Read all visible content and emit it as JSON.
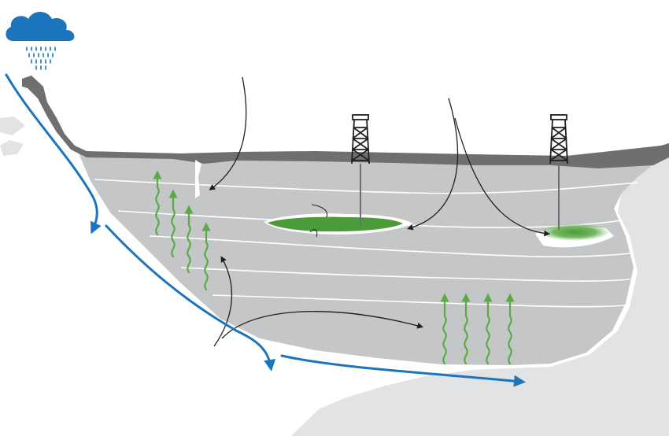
{
  "colors": {
    "background": "#ffffff",
    "bedrock": "#e2e3e5",
    "basin_fill": "#c5c6c8",
    "surface_band": "#6e6f71",
    "layer_line": "#ffffff",
    "water_flow": "#1c75bc",
    "rain_cloud": "#1c75bc",
    "oil_green": "#4c9b3a",
    "migration_green": "#5aab46",
    "derrick": "#231f20",
    "process_arrow": "#231f20"
  },
  "icons": {
    "rain_cloud": "rain-cloud-icon",
    "derrick": "oil-derrick-icon"
  },
  "elements": {
    "derricks": 2,
    "vertical_migration_arrows": 8,
    "oil_accumulations": 2,
    "water_flow_arrows": 3,
    "process_arrows": 6
  }
}
